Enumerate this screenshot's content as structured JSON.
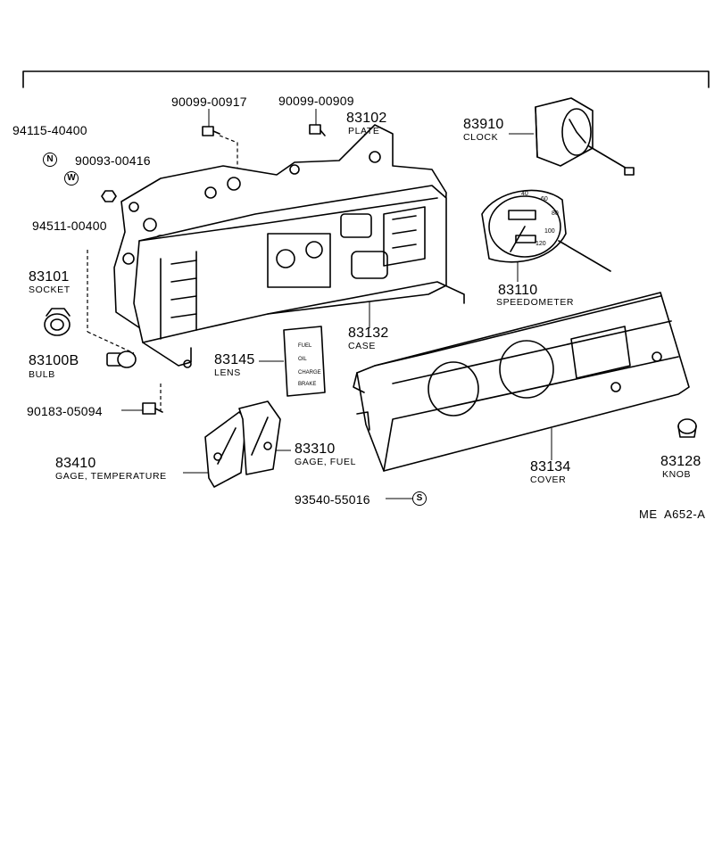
{
  "labels": {
    "p_94115": "94115-40400",
    "mark_n": "N",
    "p_90093": "90093-00416",
    "mark_w": "W",
    "p_94511": "94511-00400",
    "p_90099_917": "90099-00917",
    "p_90099_909": "90099-00909",
    "p_83102": "83102",
    "n_plate": "PLATE",
    "p_83910": "83910",
    "n_clock": "CLOCK",
    "p_83101": "83101",
    "n_socket": "SOCKET",
    "p_83100b": "83100B",
    "n_bulb": "BULB",
    "p_90183": "90183-05094",
    "p_83145": "83145",
    "n_lens": "LENS",
    "p_83132": "83132",
    "n_case": "CASE",
    "p_83110": "83110",
    "n_speedometer": "SPEEDOMETER",
    "p_83410": "83410",
    "n_gage_temp": "GAGE, TEMPERATURE",
    "p_83310": "83310",
    "n_gage_fuel": "GAGE, FUEL",
    "p_93540": "93540-55016",
    "mark_s": "S",
    "p_83134": "83134",
    "n_cover": "COVER",
    "p_83128": "83128",
    "n_knob": "KNOB",
    "diagram_code": "ME  A652-A"
  },
  "lens_lines": [
    "FUEL",
    "OIL",
    "CHARGE",
    "BRAKE"
  ],
  "speedometer_marks": [
    "40",
    "60",
    "80",
    "100",
    "120"
  ]
}
